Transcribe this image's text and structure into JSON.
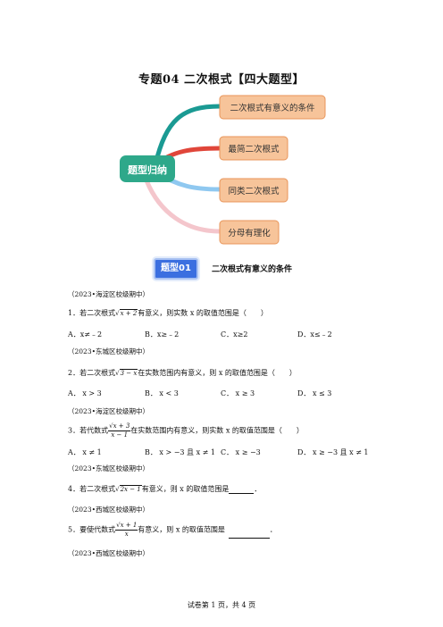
{
  "title": "专题04  二次根式【四大题型】",
  "mindmap": {
    "center": "题型归纳",
    "branches": [
      "二次根式有意义的条件",
      "最简二次根式",
      "同类二次根式",
      "分母有理化"
    ],
    "colors": {
      "teal": "#1a9a93",
      "red": "#e0463a",
      "blue": "#8fc8f0",
      "pink": "#f4c6cc",
      "node": "#f7c49a",
      "node_border": "#e8955a",
      "center": "#2ea88a"
    }
  },
  "section": {
    "badge": "题型01",
    "title": "二次根式有意义的条件"
  },
  "questions": [
    {
      "source": "（2023•海淀区校级期中）",
      "num": "1．",
      "pre": "若二次根式",
      "radicand": "x + 2",
      "post": "有意义，则实数 x 的取值范围是（　　）",
      "options": [
        "A．x≠﹣2",
        "B．x≥﹣2",
        "C．x≥2",
        "D．x≤﹣2"
      ]
    },
    {
      "source": "（2023•东城区校级期中）",
      "num": "2．",
      "pre": "若二次根式",
      "radicand": "3 − x",
      "post": "在实数范围内有意义，则 x 的取值范围是（　　）",
      "options": [
        "A．  x > 3",
        "B．  x < 3",
        "C．  x ≥ 3",
        "D．  x ≤ 3"
      ]
    },
    {
      "source": "（2023•海淀区校级期中）",
      "num": "3．",
      "pre": "若代数式",
      "numerator": "x + 3",
      "denominator": "x − 1",
      "post": "在实数范围内有意义，则实数 x 的取值范围是（　　）",
      "options": [
        "A．  x ≠ 1",
        "B．  x > −3 且 x ≠ 1",
        "C．  x ≥ −3",
        "D．  x ≥ −3 且 x ≠ 1"
      ]
    },
    {
      "source": "（2023•东城区校级期中）",
      "num": "4．",
      "pre": "若二次根式",
      "radicand": "2x − 1",
      "post": "有意义，则 x 的取值范围是",
      "tail": "．"
    },
    {
      "source": "（2023•西城区校级期中）",
      "num": "5．",
      "pre": "要使代数式",
      "numerator": "x + 1",
      "denominator": "x",
      "post": "有意义，则 x 的取值范围是",
      "tail": "．"
    }
  ],
  "last_source": "（2023•西城区校级期中）",
  "footer": "试卷第 1 页，共 4 页"
}
